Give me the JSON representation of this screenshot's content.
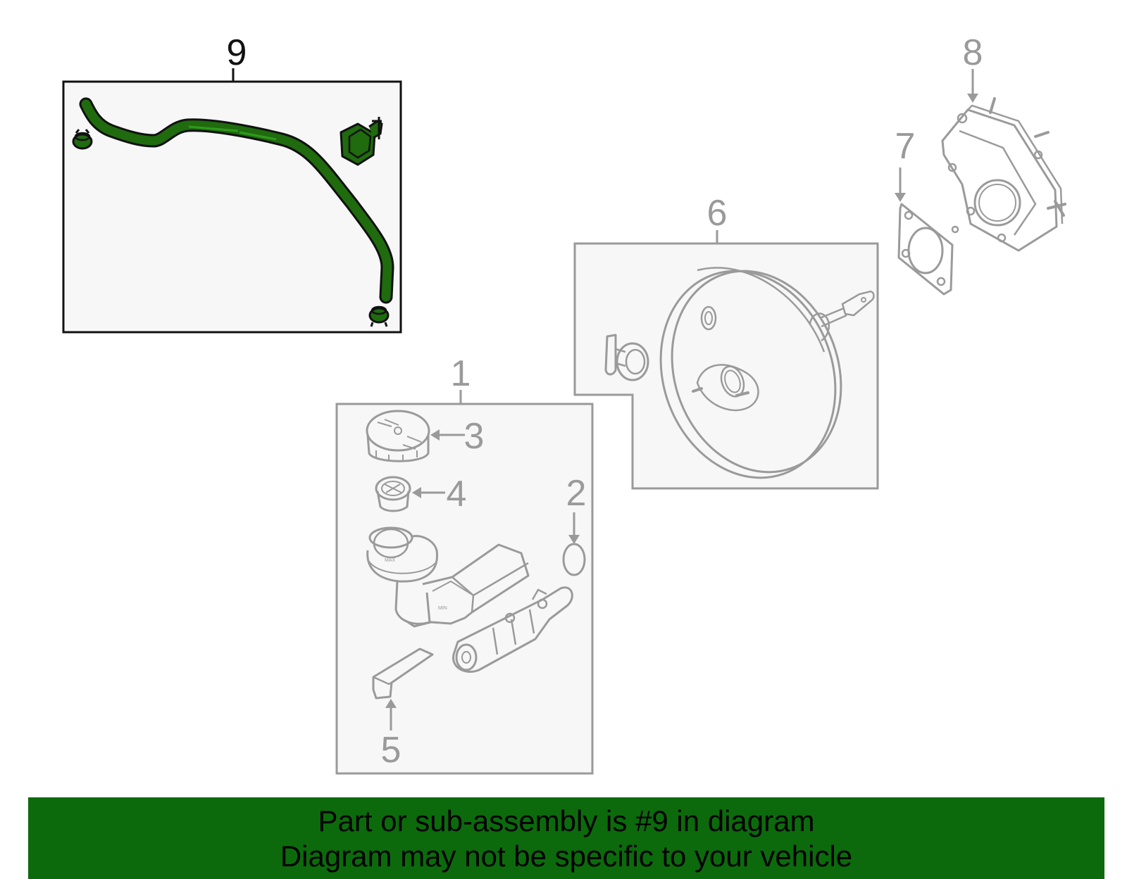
{
  "callouts": {
    "c1": "1",
    "c2": "2",
    "c3": "3",
    "c4": "4",
    "c5": "5",
    "c6": "6",
    "c7": "7",
    "c8": "8",
    "c9": "9"
  },
  "reservoir_marks": {
    "max": "MAX",
    "min": "MIN"
  },
  "banner": {
    "line1": "Part or sub-assembly is #9 in diagram",
    "line2": "Diagram may not be specific to your vehicle"
  },
  "colors": {
    "highlight": "#1f6b0e",
    "banner_bg": "#0c6a0c",
    "part_stroke": "#9a9a9a",
    "panel_fill": "#f7f7f7"
  }
}
